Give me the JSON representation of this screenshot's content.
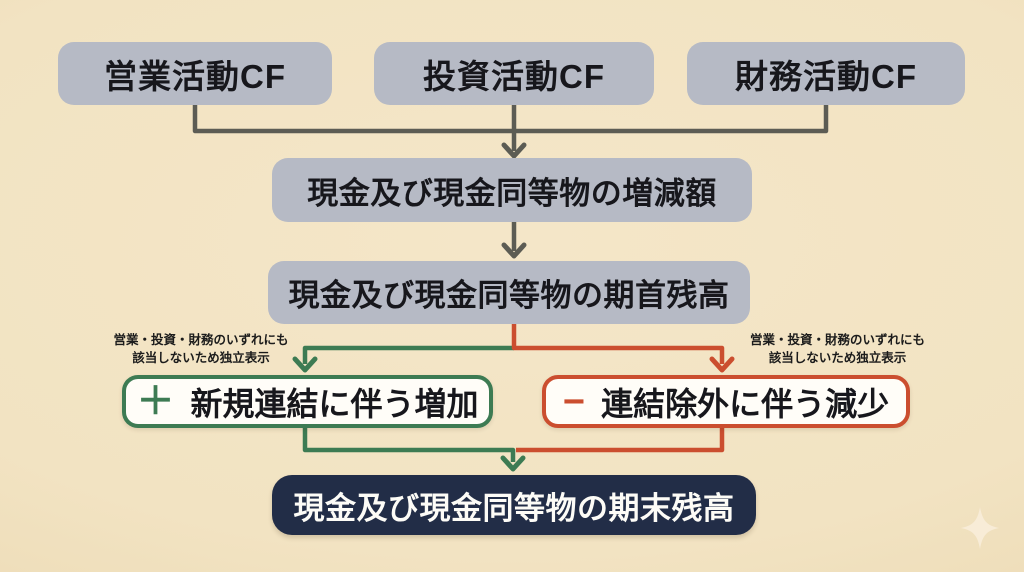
{
  "colors": {
    "background": "#f2e3c2",
    "box_grey": "#b6bac5",
    "box_navy": "#222d47",
    "accent_green": "#3d7b53",
    "accent_red": "#cb4e2f",
    "line_grey": "#5c5c54",
    "text_dark": "#17171c",
    "text_light": "#fdfcf7",
    "box_white": "#fffdf8",
    "sparkle": "#f8ecd7"
  },
  "flowchart": {
    "sources": [
      {
        "label": "営業活動CF"
      },
      {
        "label": "投資活動CF"
      },
      {
        "label": "財務活動CF"
      }
    ],
    "net_change": {
      "label": "現金及び現金同等物の増減額"
    },
    "beginning_balance": {
      "label": "現金及び現金同等物の期首残高"
    },
    "increase": {
      "sign": "＋",
      "label": "新規連結に伴う増加"
    },
    "decrease": {
      "sign": "−",
      "label": "連結除外に伴う減少"
    },
    "ending_balance": {
      "label": "現金及び現金同等物の期末残高"
    },
    "annotation_left": {
      "line1": "営業・投資・財務のいずれにも",
      "line2": "該当しないため独立表示"
    },
    "annotation_right": {
      "line1": "営業・投資・財務のいずれにも",
      "line2": "該当しないため独立表示"
    }
  },
  "icons": {
    "sparkle": "four-point-sparkle"
  }
}
